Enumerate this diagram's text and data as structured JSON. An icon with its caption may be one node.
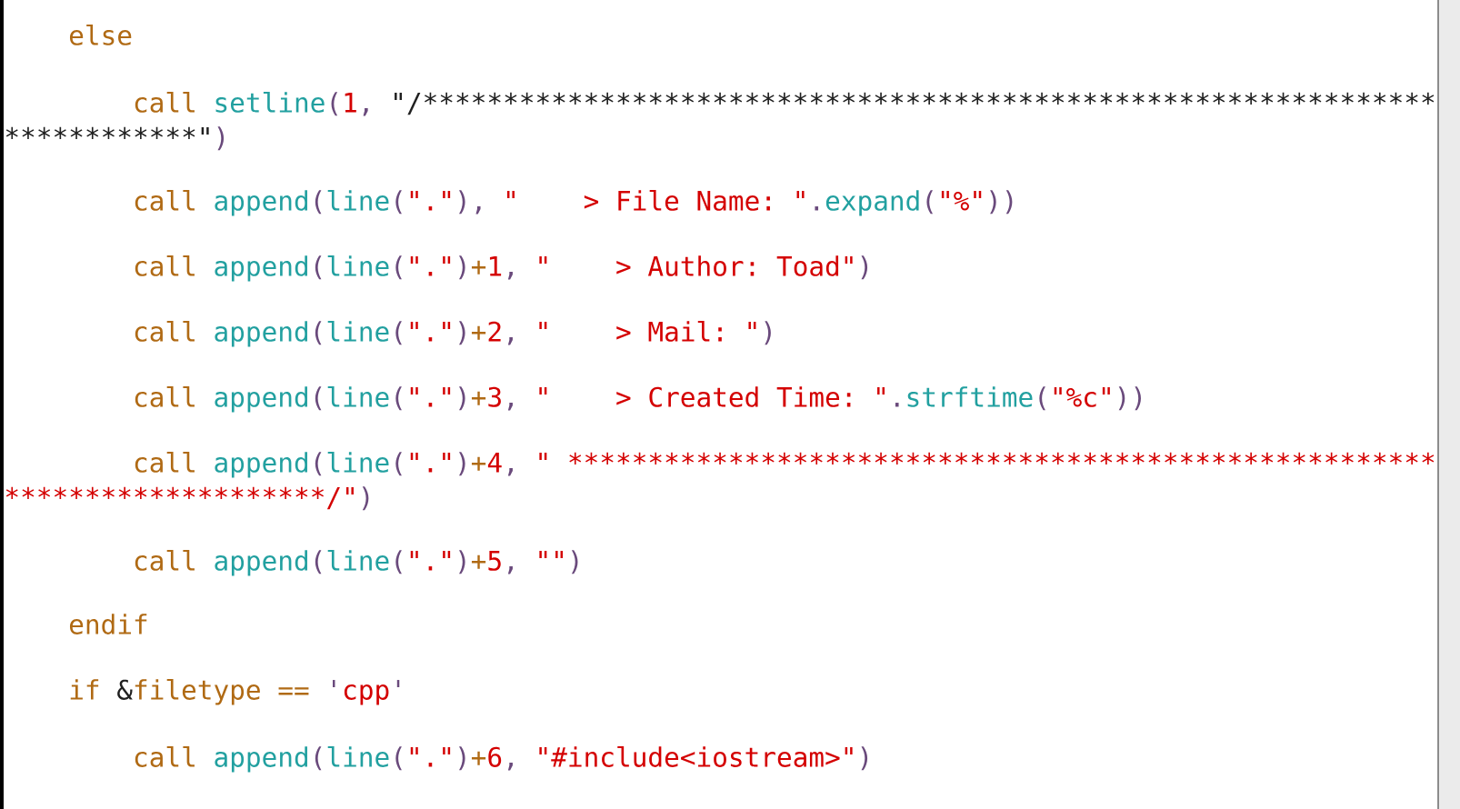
{
  "diagram": {
    "labels": [
      "else",
      "call",
      "setline",
      "(",
      "1",
      ",",
      "\"/",
      "*",
      "*",
      "*",
      "*",
      "*",
      "*",
      "*",
      "*",
      "*",
      "*",
      "*",
      "*",
      "*",
      "*",
      "*",
      "*",
      "*",
      "*",
      "*",
      "*",
      "*",
      "*",
      "*",
      "*",
      "*",
      "*",
      "*",
      "*",
      "*",
      "*",
      "*",
      "*",
      "*",
      "*",
      "*",
      "*",
      "*",
      "*",
      "*",
      "*",
      "*",
      "*",
      "*",
      "*",
      "*",
      "*",
      "*",
      "*",
      "*",
      "*",
      "*",
      "*",
      "*",
      "*",
      "*",
      "*",
      "*",
      "*",
      "*",
      "*",
      "*",
      "*",
      "*",
      "*",
      "*",
      "*",
      "*",
      "*",
      "*",
      "*",
      "*",
      "*",
      "*",
      "*",
      "*",
      "\"",
      ")",
      "call",
      "append",
      "(",
      "line",
      "(",
      "\".\"",
      ")",
      ",",
      "\"",
      "> File Name: \"",
      ".",
      "expand",
      "(",
      "\"%\"",
      "))",
      "call",
      "append",
      "(",
      "line",
      "(",
      "\".\"",
      ")",
      "+",
      "1",
      ",",
      "\"",
      "> Author: Toad\"",
      ")",
      "call",
      "append",
      "(",
      "line",
      "(",
      "\".\"",
      ")",
      "+",
      "2",
      ",",
      "\"",
      "> Mail: \"",
      ")",
      "call",
      "append",
      "(",
      "line",
      "(",
      "\".\"",
      ")",
      "+",
      "3",
      ",",
      "\"",
      "> Created Time: \"",
      ".",
      "strftime",
      "(",
      "\"%c\"",
      "))",
      "call",
      "append",
      "(",
      "line",
      "(",
      "\".\"",
      ")",
      "+",
      "4",
      ",",
      "\"",
      "*",
      "*",
      "*",
      "*",
      "*",
      "*",
      "*",
      "*",
      "*",
      "*",
      "*",
      "*",
      "*",
      "*",
      "*",
      "*",
      "*",
      "*",
      "*",
      "*",
      "*",
      "*",
      "*",
      "*",
      "*",
      "*",
      "*",
      "*",
      "*",
      "*",
      "*",
      "*",
      "*",
      "*",
      "*",
      "*",
      "*",
      "*",
      "*",
      "*",
      "*",
      "*",
      "*",
      "*",
      "*",
      "*",
      "*",
      "*",
      "*",
      "*",
      "*",
      "*",
      "*",
      "*",
      "*",
      "*",
      "*",
      "*",
      "*",
      "*",
      "*",
      "*",
      "*",
      "*",
      "*",
      "*",
      "*",
      "*",
      "*",
      "*",
      "*",
      "*",
      "*",
      "*",
      "/\"",
      ")",
      "call",
      "append",
      "(",
      "line",
      "(",
      "\".\"",
      ")",
      "+",
      "5",
      ",",
      "\"\"",
      ")",
      "endif",
      "if",
      "&",
      "filetype",
      "==",
      "'",
      "cpp",
      "'",
      "call",
      "append",
      "(",
      "line",
      "(",
      "\".\"",
      ")",
      "+",
      "6",
      ",",
      "\"#include<iostream>\"",
      ")"
    ]
  }
}
